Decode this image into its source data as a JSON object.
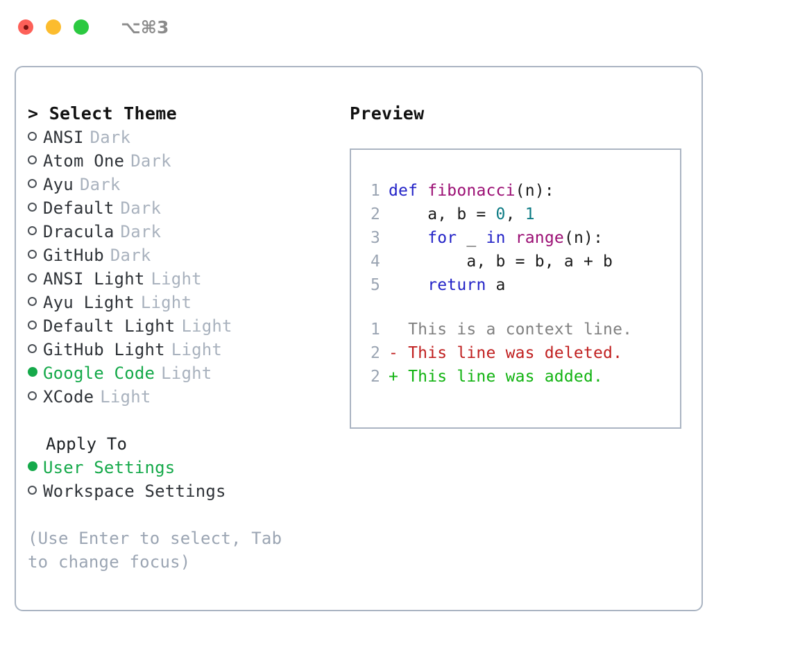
{
  "window": {
    "shortcut": "⌥⌘3",
    "traffic_lights": [
      "close",
      "minimize",
      "maximize"
    ]
  },
  "theme_panel": {
    "header": "> Select Theme",
    "items": [
      {
        "name": "ANSI",
        "kind": "Dark",
        "selected": false
      },
      {
        "name": "Atom One",
        "kind": "Dark",
        "selected": false
      },
      {
        "name": "Ayu",
        "kind": "Dark",
        "selected": false
      },
      {
        "name": "Default",
        "kind": "Dark",
        "selected": false
      },
      {
        "name": "Dracula",
        "kind": "Dark",
        "selected": false
      },
      {
        "name": "GitHub",
        "kind": "Dark",
        "selected": false
      },
      {
        "name": "ANSI Light",
        "kind": "Light",
        "selected": false
      },
      {
        "name": "Ayu Light",
        "kind": "Light",
        "selected": false
      },
      {
        "name": "Default Light",
        "kind": "Light",
        "selected": false
      },
      {
        "name": "GitHub Light",
        "kind": "Light",
        "selected": false
      },
      {
        "name": "Google Code",
        "kind": "Light",
        "selected": true
      },
      {
        "name": "XCode",
        "kind": "Light",
        "selected": false
      }
    ]
  },
  "apply_to": {
    "header": "Apply To",
    "items": [
      {
        "name": "User Settings",
        "selected": true
      },
      {
        "name": "Workspace Settings",
        "selected": false
      }
    ]
  },
  "hint": "(Use Enter to select, Tab to change focus)",
  "preview": {
    "header": "Preview",
    "code_lines": [
      {
        "lineno": "1",
        "tokens": [
          {
            "t": "def ",
            "c": "kw"
          },
          {
            "t": "fibonacci",
            "c": "fn"
          },
          {
            "t": "(n):",
            "c": "pl"
          }
        ]
      },
      {
        "lineno": "2",
        "tokens": [
          {
            "t": "    a, b = ",
            "c": "pl"
          },
          {
            "t": "0",
            "c": "num"
          },
          {
            "t": ", ",
            "c": "pl"
          },
          {
            "t": "1",
            "c": "num"
          }
        ]
      },
      {
        "lineno": "3",
        "tokens": [
          {
            "t": "    ",
            "c": "pl"
          },
          {
            "t": "for",
            "c": "kw"
          },
          {
            "t": " _ ",
            "c": "pl"
          },
          {
            "t": "in",
            "c": "kw"
          },
          {
            "t": " ",
            "c": "pl"
          },
          {
            "t": "range",
            "c": "fn"
          },
          {
            "t": "(n):",
            "c": "pl"
          }
        ]
      },
      {
        "lineno": "4",
        "tokens": [
          {
            "t": "        a, b = b, a + b",
            "c": "pl"
          }
        ]
      },
      {
        "lineno": "5",
        "tokens": [
          {
            "t": "    ",
            "c": "pl"
          },
          {
            "t": "return",
            "c": "kw"
          },
          {
            "t": " a",
            "c": "pl"
          }
        ]
      }
    ],
    "diff_lines": [
      {
        "lineno": "1",
        "text": "  This is a context line.",
        "c": "ctx"
      },
      {
        "lineno": "2",
        "text": "- This line was deleted.",
        "c": "del"
      },
      {
        "lineno": "2",
        "text": "+ This line was added.",
        "c": "add"
      }
    ]
  },
  "colors": {
    "selected_green": "#15a94a",
    "muted_gray": "#a9b2be",
    "hint_gray": "#9ba5b3",
    "border": "#aab4c2",
    "keyword_blue": "#2222c7",
    "function_magenta": "#9b0f74",
    "number_teal": "#0d7b84",
    "diff_deleted": "#c01f1f",
    "diff_added": "#11b311",
    "diff_context": "#808080",
    "lineno": "#9aa4b2"
  }
}
